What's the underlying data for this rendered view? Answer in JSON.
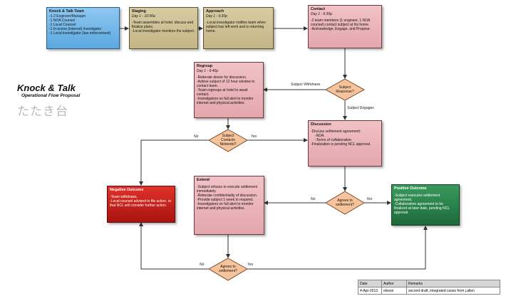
{
  "title": {
    "main": "Knock & Talk",
    "subtitle": "Operational Flow Proposal",
    "japanese": "たたき台"
  },
  "team": {
    "title": "Knock & Talk Team",
    "items": [
      "-1-2 Engineer/Manager",
      "-1 NOA Counsel",
      "-1 Local Counsel",
      "-1 In-scene (internet) investigator",
      "-1 Local investigator (law enforcement)"
    ]
  },
  "staging": {
    "title": "Staging",
    "day": "Day 1 - 10:00a",
    "items": [
      "-Team assembles at hotel, discuss and finalize plans.",
      "-Local investigator monitors the subject."
    ]
  },
  "approach": {
    "title": "Approach",
    "day": "Day 1 - 6:30p",
    "items": [
      "-Local investigator notifies team when subject has left work and is returning home."
    ]
  },
  "contact": {
    "title": "Contact",
    "day": "Day 1 - 6:30p",
    "items": [
      "-2 team members (1 engineer, 1 NOA counsel) contact subject at his home.",
      "-Acknowledge, Engage, and Propose."
    ]
  },
  "regroup": {
    "title": "Regroup",
    "day": "Day 1 - 6:40p",
    "items": [
      "-Reiterate desire for discussion.",
      "-Advise subject of 12 hour window to contact team.",
      "-Team regroups at hotel to await contact.",
      "-Investigators on full alert to monitor internet and physical activities."
    ]
  },
  "discussion": {
    "title": "Discussion",
    "items": [
      "-Discuss settlement agreement:",
      "-NDA.",
      "-Terms of collaboration.",
      "-Finalization is pending NCL approval."
    ]
  },
  "extend": {
    "title": "Extend",
    "items": [
      "-Subject refuses to execute settlement immediately.",
      "-Reiterate confidentiality of discussion.",
      "-Provide subject 1 week to respond.",
      "-Investigators on full alert to monitor internet and physical activities."
    ]
  },
  "negative": {
    "title": "Negative Outcome",
    "items": [
      "-Team withdraws.",
      "-Local counsel advised to file action, or that NCL will consider further action."
    ]
  },
  "positive": {
    "title": "Positive Outcome",
    "items": [
      "-Subject executes settlement agreement.",
      "-Collaboration agreement to be finalized at later date, pending NCL approval."
    ]
  },
  "decisions": {
    "response": "Subject Response?",
    "contacts": "Subject Contacts Nintendo?",
    "agrees1": "Agrees to settlement?",
    "agrees2": "Agrees to settlement?"
  },
  "edges": {
    "withdraws": "Subject Withdraws",
    "engages": "Subject Engages",
    "no": "No",
    "yes": "Yes"
  },
  "legend": {
    "headers": [
      "Date",
      "Author",
      "Remarks"
    ],
    "row": [
      "4-Apr-2013",
      "ekwon",
      "second draft, integrated cases from j.allen"
    ]
  },
  "colors": {
    "team": "#5aa8e0",
    "tan": "#c4b585",
    "pink": "#e3a7ad",
    "negative": "#c0201a",
    "positive": "#2a7a47",
    "diamond": "#f6c39a"
  }
}
